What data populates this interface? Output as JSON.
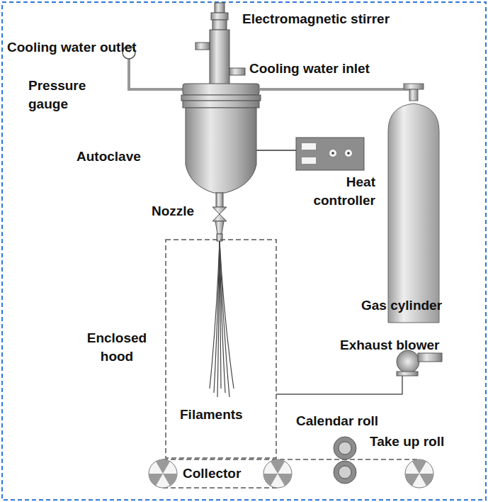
{
  "diagram": {
    "labels": [
      "Electromagnetic stirrer",
      "Cooling water outlet",
      "Cooling water inlet",
      "Pressure gauge",
      "Autoclave",
      "Heat controller",
      "Nozzle",
      "Gas cylinder",
      "Enclosed hood",
      "Exhaust blower",
      "Filaments",
      "Calendar roll",
      "Take up roll",
      "Collector"
    ]
  }
}
